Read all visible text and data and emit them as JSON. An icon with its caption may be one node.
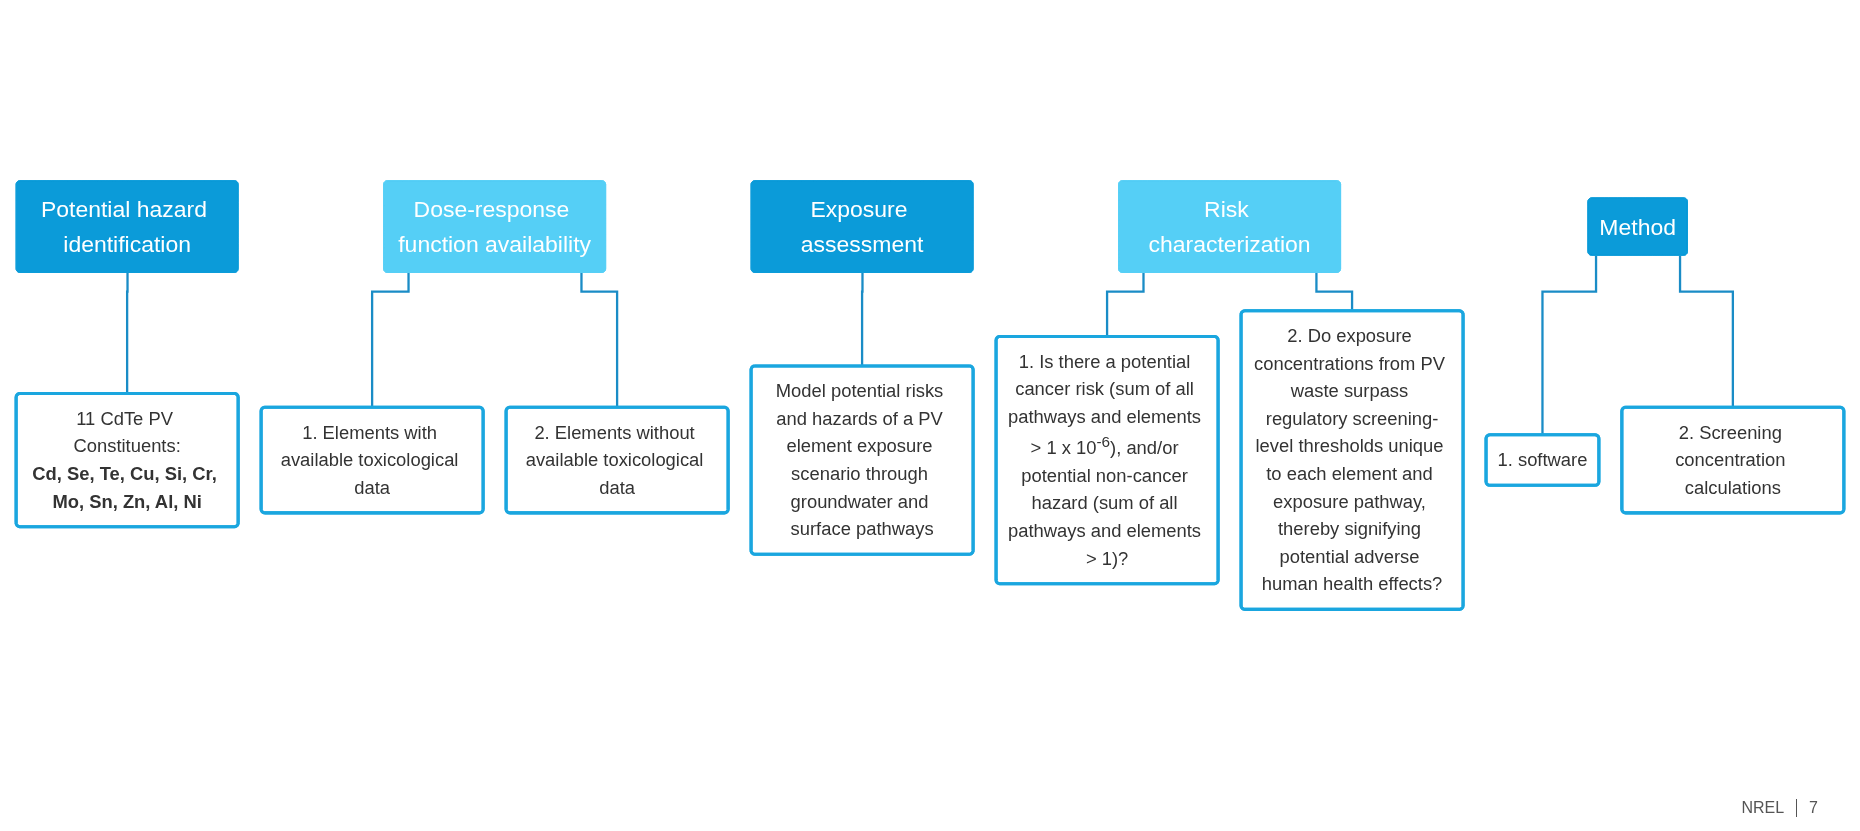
{
  "diagram": {
    "nodes": [
      {
        "text": [
          "Potential hazard identification"
        ]
      },
      {
        "text": [
          "11 CdTe PV Constituents:",
          "Cd, Se, Te, Cu, Si, Cr, Mo, Sn, Zn, Al, Ni"
        ]
      },
      {
        "text": [
          "Dose-response function availability"
        ]
      },
      {
        "text": [
          "1. Elements with available toxicological data"
        ]
      },
      {
        "text": [
          "2. Elements without available toxicological data"
        ]
      },
      {
        "text": [
          "Exposure assessment"
        ]
      },
      {
        "text": [
          "Model potential risks and hazards of a PV element exposure scenario through groundwater and surface pathways"
        ]
      },
      {
        "text": [
          "Risk characterization"
        ]
      },
      {
        "text": [
          "1. Is there a potential cancer risk (sum of all pathways and elements > 1 x 10$^{-6}$), and/or potential non-cancer hazard (sum of all pathways and elements > 1)?"
        ]
      },
      {
        "text": [
          "2. Do exposure concentrations from PV waste surpass regulatory screening-level thresholds unique to each element and exposure pathway, thereby signifying potential adverse human health effects?"
        ]
      },
      {
        "text": [
          "Method"
        ]
      },
      {
        "text": [
          "1. software"
        ]
      },
      {
        "text": [
          "2. Screening concentration calculations"
        ]
      }
    ],
    "edges": [
      {
        "from": 0,
        "to": 1,
        "arrow": "none"
      },
      {
        "from": 2,
        "to": 3,
        "arrow": "none"
      },
      {
        "from": 2,
        "to": 4,
        "arrow": "none"
      },
      {
        "from": 5,
        "to": 6,
        "arrow": "none"
      },
      {
        "from": 7,
        "to": 8,
        "arrow": "none"
      },
      {
        "from": 7,
        "to": 9,
        "arrow": "none"
      },
      {
        "from": 10,
        "to": 11,
        "arrow": "none"
      },
      {
        "from": 10,
        "to": 12,
        "arrow": "none"
      }
    ],
    "labels": [
      "NREL",
      "7"
    ]
  }
}
